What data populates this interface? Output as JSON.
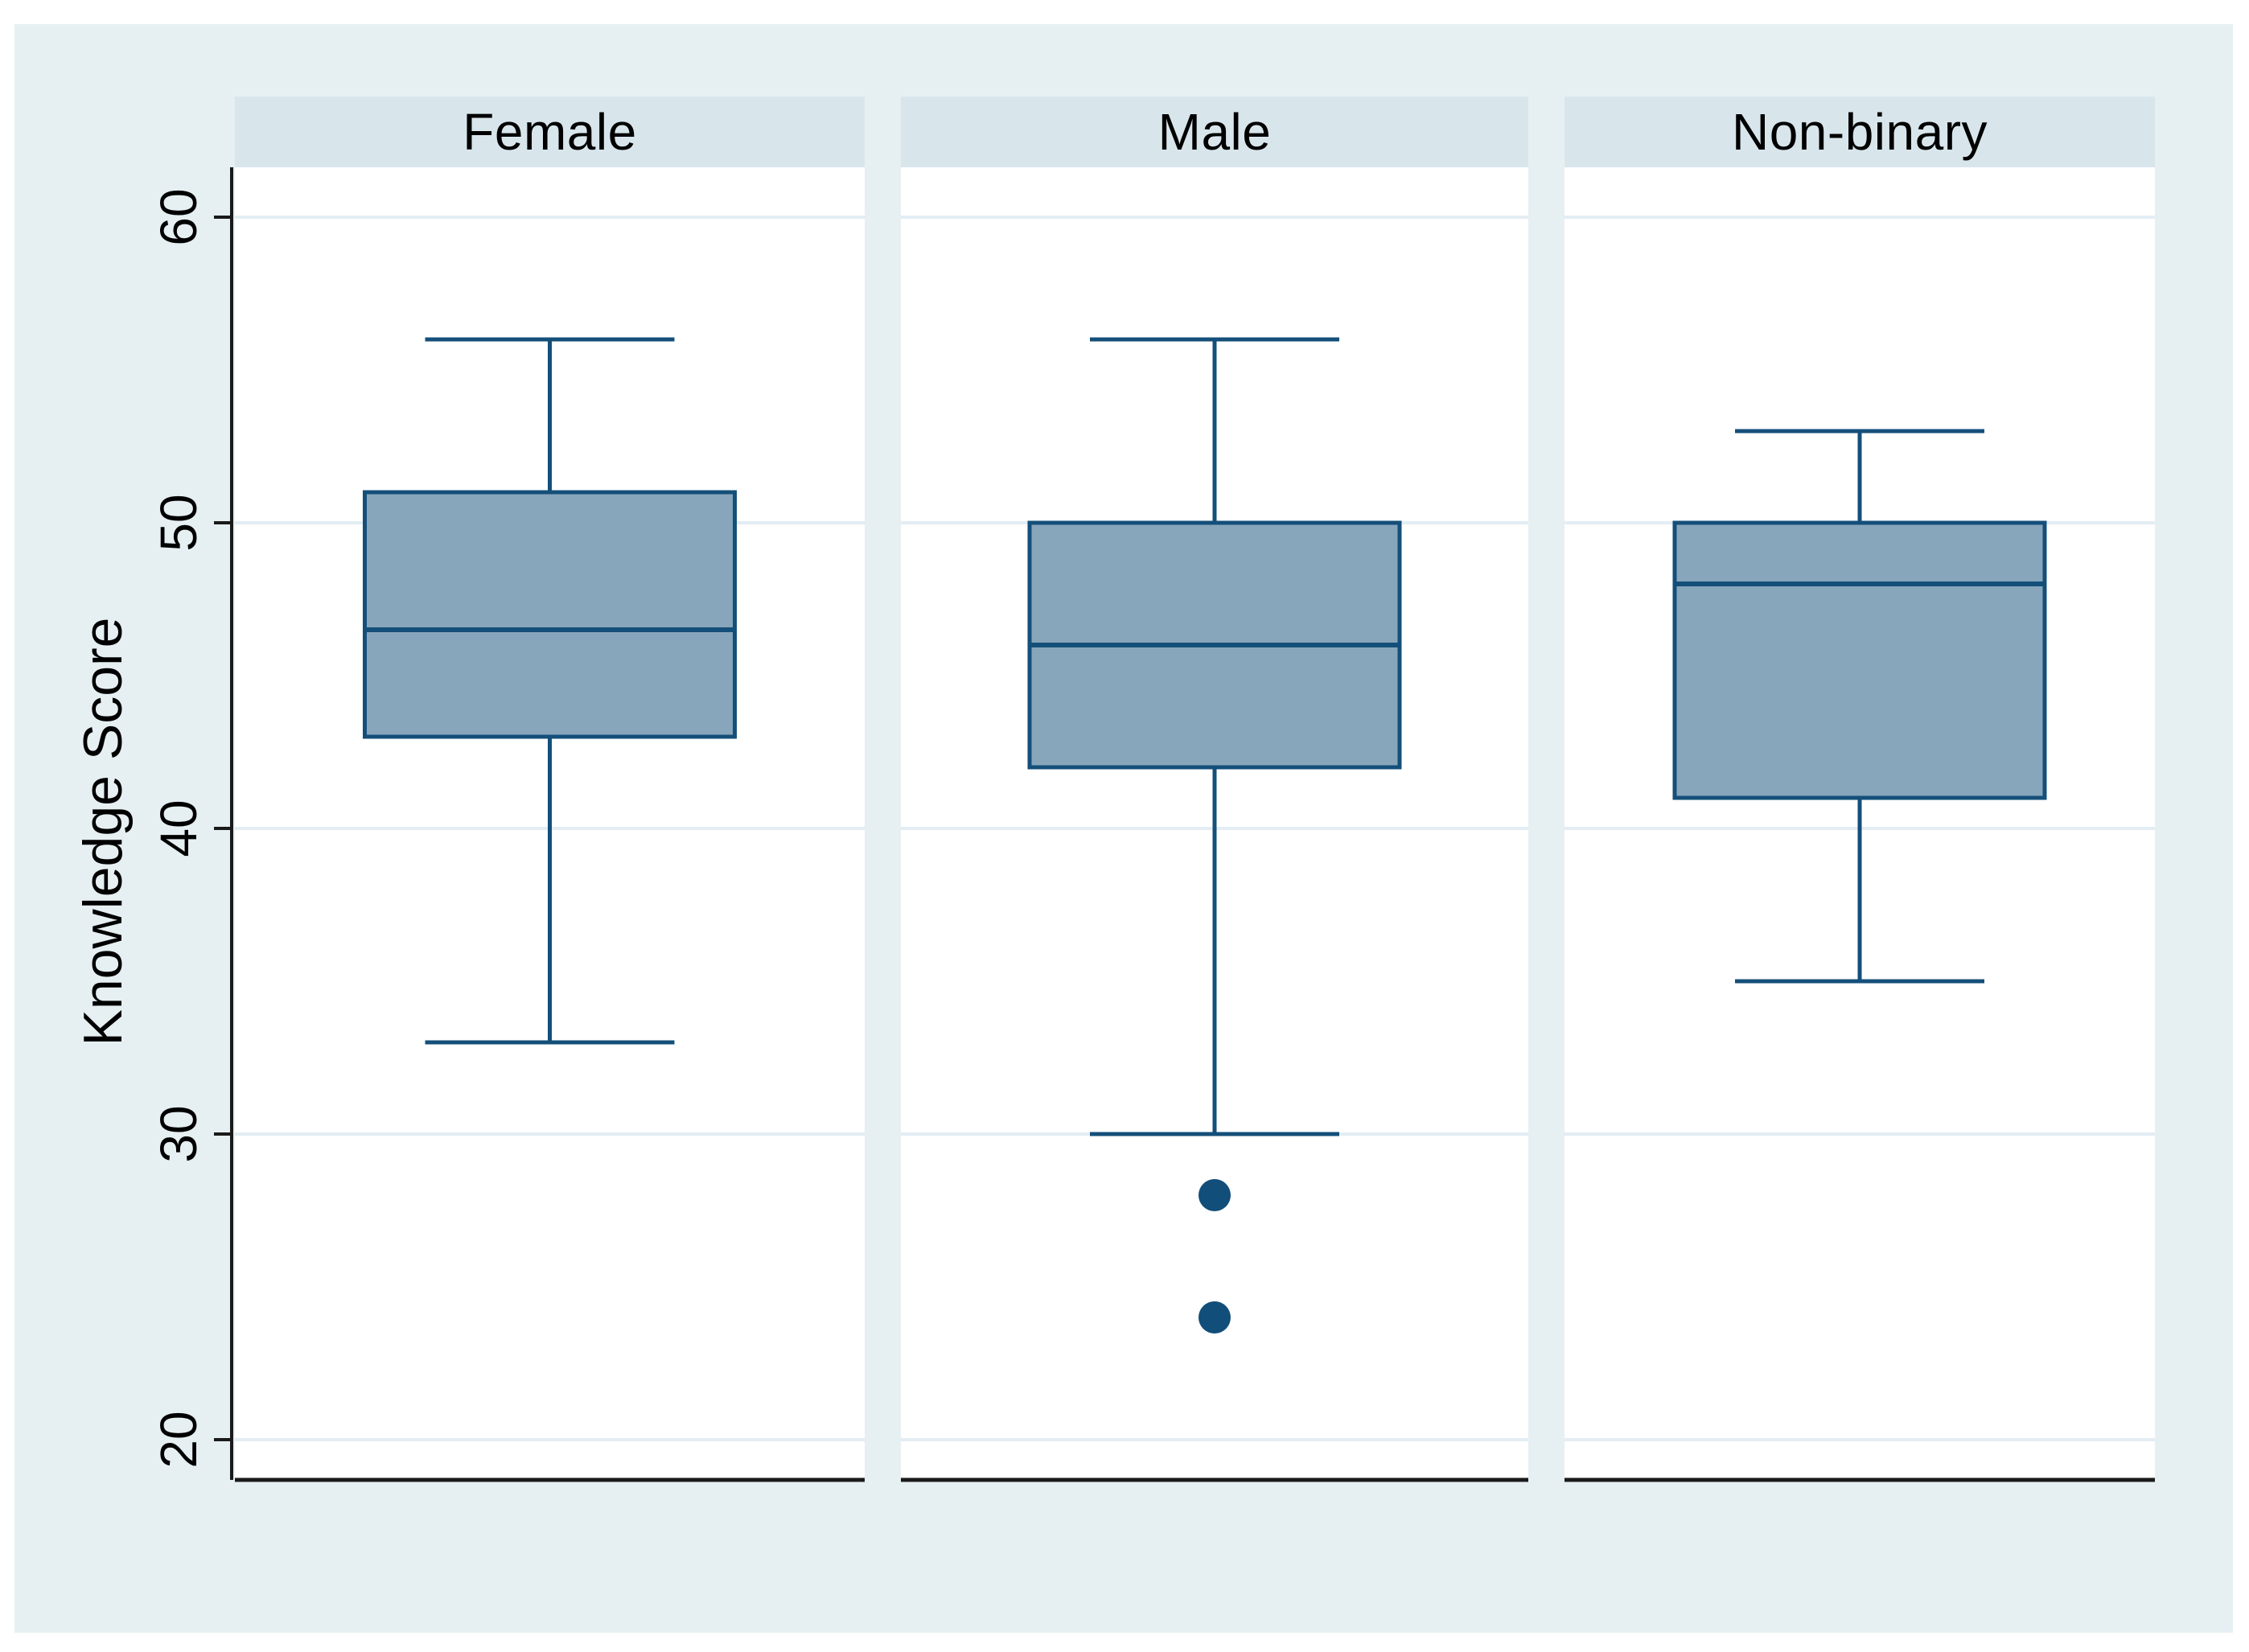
{
  "chart_data": {
    "type": "box",
    "title": "",
    "ylabel": "Knowledge Score",
    "yticks": [
      60,
      50,
      40,
      30,
      20
    ],
    "ylim": [
      18.7,
      61.6
    ],
    "grid": true,
    "orientation": "vertical",
    "panels": [
      {
        "label": "Female",
        "upper_whisker": 56,
        "q3": 51,
        "median": 46.5,
        "q1": 43,
        "lower_whisker": 33,
        "outliers": []
      },
      {
        "label": "Male",
        "upper_whisker": 56,
        "q3": 50,
        "median": 46,
        "q1": 42,
        "lower_whisker": 30,
        "outliers": [
          28,
          24
        ]
      },
      {
        "label": "Non-binary",
        "upper_whisker": 53,
        "q3": 50,
        "median": 48,
        "q1": 41,
        "lower_whisker": 35,
        "outliers": []
      }
    ],
    "colors": {
      "page_background": "#ffffff",
      "plot_background": "#e6eff2",
      "header_band": "#d8e6ec",
      "panel_background": "#ffffff",
      "gridline": "#e3edf4",
      "box_fill": "#88a6bb",
      "box_stroke": "#144f7a",
      "outlier": "#114e79",
      "axis_line": "#1a1a1a",
      "text": "#000000"
    }
  }
}
